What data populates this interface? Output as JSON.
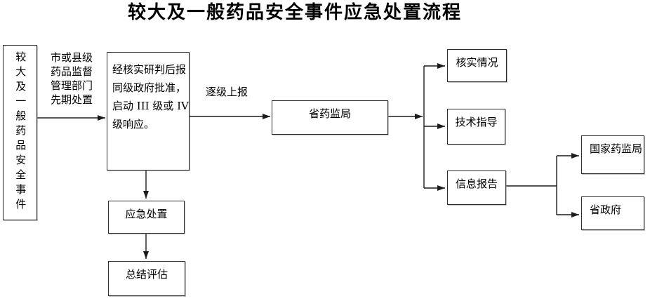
{
  "title": "较大及一般药品安全事件应急处置流程",
  "nodes": {
    "event": {
      "label": "较大及一般药品安全事件"
    },
    "process": {
      "lines": [
        "经核实研判后报",
        "同级政府批准，",
        "启动 III 级或 IV",
        "级响应。"
      ]
    },
    "provincial_bureau": {
      "label": "省药监局"
    },
    "verify": {
      "label": "核实情况"
    },
    "guidance": {
      "label": "技术指导"
    },
    "info_report": {
      "label": "信息报告"
    },
    "national_bureau": {
      "label": "国家药监局"
    },
    "provincial_gov": {
      "label": "省政府"
    },
    "emergency": {
      "label": "应急处置"
    },
    "summary": {
      "label": "总结评估"
    }
  },
  "edge_labels": {
    "initial_disposal": {
      "lines": [
        "市或县级",
        "药品监督",
        "管理部门",
        "先期处置"
      ]
    },
    "escalate": "逐级上报"
  },
  "colors": {
    "background": "#ffffff",
    "text": "#000000",
    "line": "#1c1c1c"
  }
}
